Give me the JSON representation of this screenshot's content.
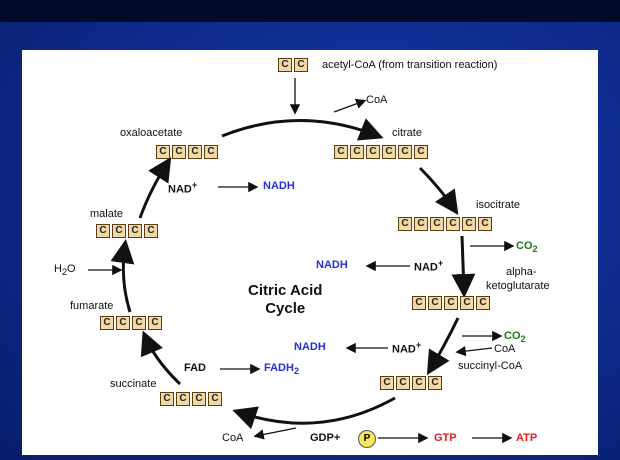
{
  "title": [
    "Citric Acid",
    "Cycle"
  ],
  "cell_letter": "C",
  "molecules": {
    "acetyl_coa": "acetyl-CoA (from transition reaction)",
    "oxaloacetate": "oxaloacetate",
    "citrate": "citrate",
    "isocitrate": "isocitrate",
    "alpha_ketoglutarate_1": "alpha-",
    "alpha_ketoglutarate_2": "ketoglutarate",
    "succinyl_coa": "succinyl-CoA",
    "succinate": "succinate",
    "fumarate": "fumarate",
    "malate": "malate"
  },
  "byproducts": {
    "coa_1": "CoA",
    "coa_2": "CoA",
    "coa_3": "CoA",
    "co2_1": "CO",
    "co2_2": "CO",
    "co2_sub": "2",
    "nad_1": "NAD",
    "nad_2": "NAD",
    "nad_3": "NAD",
    "nad_plus": "+",
    "nadh_1": "NADH",
    "nadh_2": "NADH",
    "nadh_3": "NADH",
    "fad": "FAD",
    "fadh": "FADH",
    "fadh_sub": "2",
    "h2o": "H",
    "h2o_sub": "2",
    "h2o_o": "O",
    "gdp": "GDP+",
    "p": "P",
    "gtp": "GTP",
    "atp": "ATP"
  },
  "colors": {
    "nadh": "#2431d6",
    "co2": "#1a7a1a",
    "energy": "#e21b1b",
    "carbon_box": "#f5d9a4"
  }
}
